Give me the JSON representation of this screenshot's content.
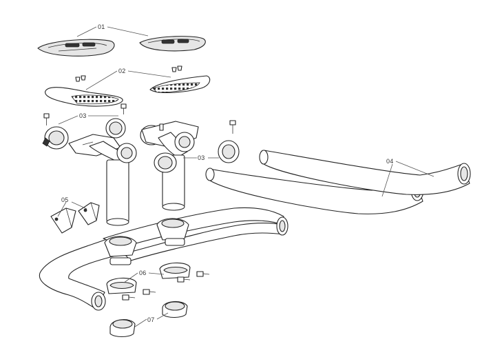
{
  "callouts": [
    {
      "id": "01",
      "text": "01"
    },
    {
      "id": "02",
      "text": "02"
    },
    {
      "id": "03a",
      "text": "03"
    },
    {
      "id": "03b",
      "text": "03"
    },
    {
      "id": "04",
      "text": "04"
    },
    {
      "id": "05",
      "text": "05"
    },
    {
      "id": "06",
      "text": "06"
    },
    {
      "id": "07",
      "text": "07"
    }
  ],
  "colors": {
    "line": "#222222",
    "background": "#ffffff",
    "fill": "#e6e6e6"
  }
}
